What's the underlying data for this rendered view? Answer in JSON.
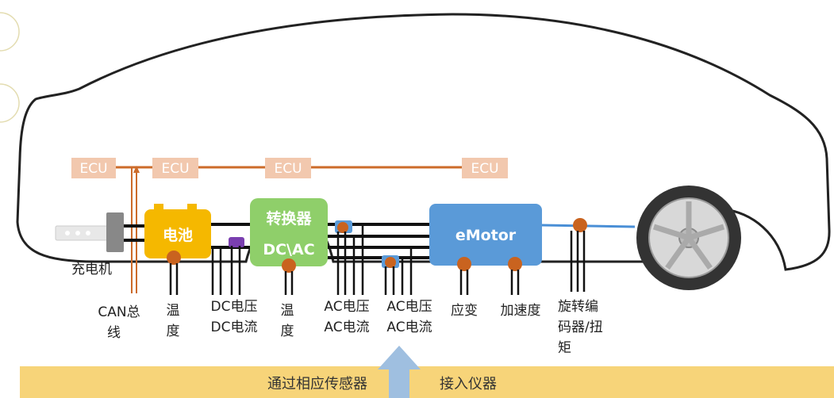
{
  "ecu_label": "ECU",
  "charger_label": "充电机",
  "battery": {
    "label": "电池",
    "color": "#f5b800"
  },
  "converter": {
    "line1": "转换器",
    "line2": "DC\\AC",
    "color": "#8fcf6a"
  },
  "motor": {
    "label": "eMotor",
    "color": "#5a9ad8"
  },
  "sensors": {
    "can_bus": [
      "CAN总",
      "线"
    ],
    "temp1": [
      "温",
      "度"
    ],
    "dc": [
      "DC电压",
      "DC电流"
    ],
    "temp2": [
      "温",
      "度"
    ],
    "ac1": [
      "AC电压",
      "AC电流"
    ],
    "ac2": [
      "AC电压",
      "AC电流"
    ],
    "strain": "应变",
    "accel": "加速度",
    "encoder": [
      "旋转编",
      "码器/扭",
      "矩"
    ]
  },
  "banner": {
    "left": "通过相应传感器",
    "right": "接入仪器"
  },
  "colors": {
    "can_line": "#cc6b2a",
    "ecu_box": "#f2c8ae",
    "sensor_dot": "#c9631f",
    "band": "#f7d479",
    "arrow": "#9fbfe0"
  }
}
